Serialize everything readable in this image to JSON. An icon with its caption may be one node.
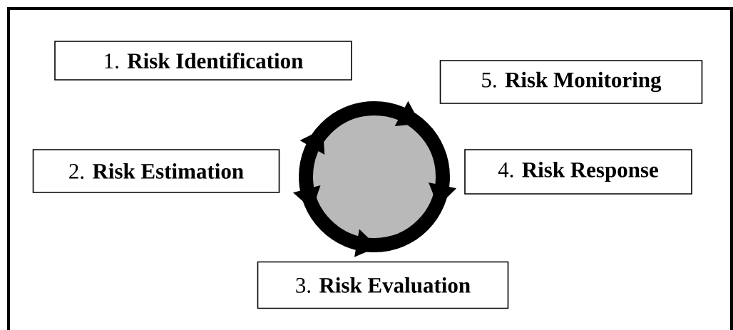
{
  "diagram": {
    "nodes": [
      {
        "text": [
          "1. **Risk Identification**"
        ]
      },
      {
        "text": [
          "2. **Risk Estimation**"
        ]
      },
      {
        "text": [
          "3. **Risk Evaluation**"
        ]
      },
      {
        "text": [
          "4. **Risk Response**"
        ]
      },
      {
        "text": [
          "5. **Risk Monitoring**"
        ]
      }
    ]
  }
}
